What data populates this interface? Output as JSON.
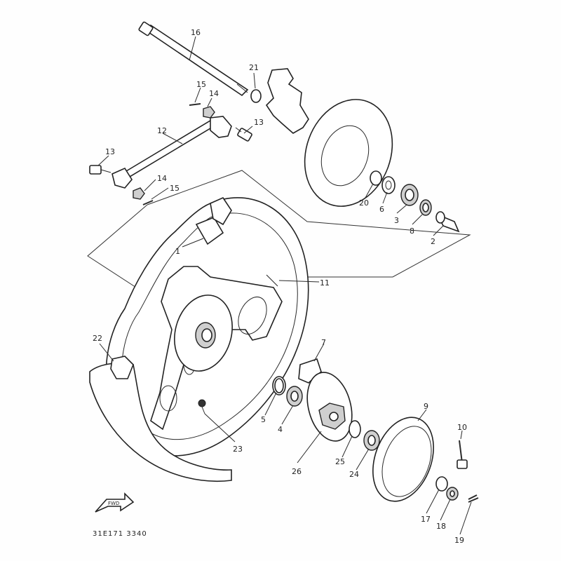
{
  "diagram": {
    "part_numbers": {
      "p1": "1",
      "p2": "2",
      "p3": "3",
      "p4": "4",
      "p5": "5",
      "p6": "6",
      "p7": "7",
      "p8": "8",
      "p9": "9",
      "p10": "10",
      "p11": "11",
      "p12": "12",
      "p13a": "13",
      "p13b": "13",
      "p14a": "14",
      "p14b": "14",
      "p15a": "15",
      "p15b": "15",
      "p16": "16",
      "p17": "17",
      "p18": "18",
      "p19": "19",
      "p20": "20",
      "p21": "21",
      "p22": "22",
      "p23": "23",
      "p24": "24",
      "p25": "25",
      "p26": "26"
    },
    "front_marker": "FWD",
    "drawing_code": "31E171 3340"
  }
}
